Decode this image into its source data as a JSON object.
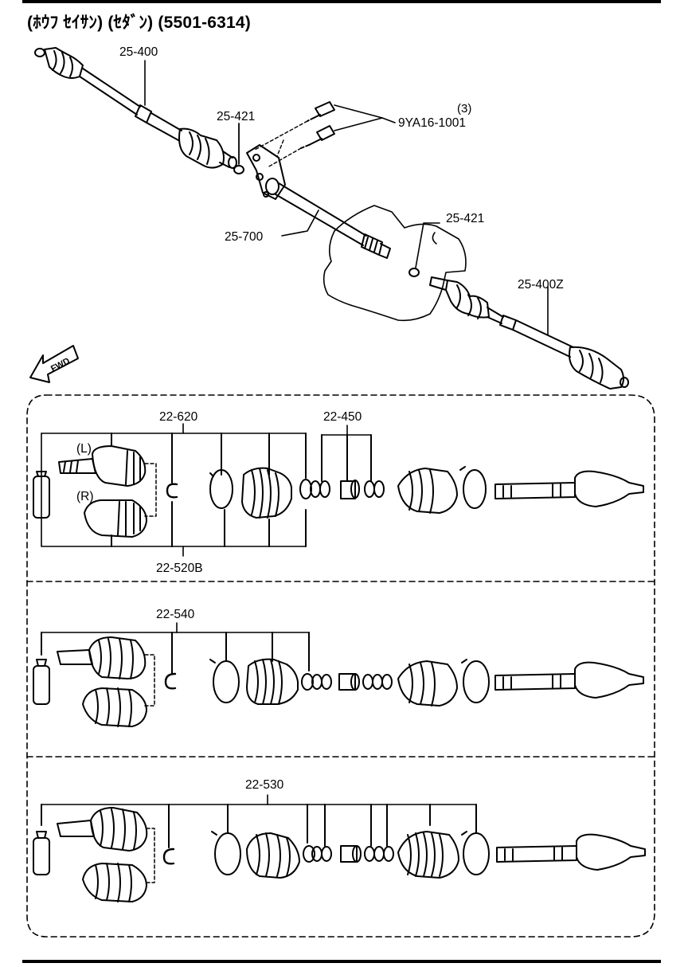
{
  "title": "(ﾎｳﾌ ｾｲｻﾝ) (ｾﾀﾞﾝ) (5501-6314)",
  "direction_marker": "FWD",
  "labels": {
    "shaft_left": "25-400",
    "clip_upper": "25-421",
    "bolt": "9YA16-1001",
    "bolt_qty": "(3)",
    "joint_shaft": "25-700",
    "clip_lower": "25-421",
    "shaft_right": "25-400Z"
  },
  "panel1": {
    "top_label_a": "22-620",
    "top_label_b": "22-450",
    "bottom_label": "22-520B",
    "side_left": "(L)",
    "side_right": "(R)"
  },
  "panel2": {
    "top_label": "22-540"
  },
  "panel3": {
    "top_label": "22-530"
  }
}
